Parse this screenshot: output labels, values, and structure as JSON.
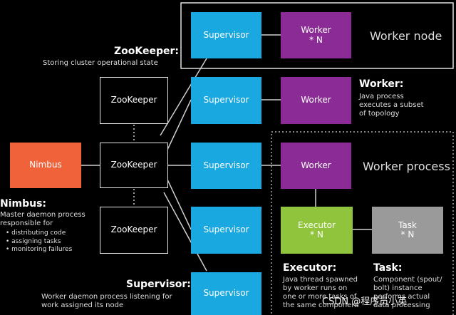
{
  "worker_node_box": {
    "label": "Worker node"
  },
  "worker_process_box": {
    "label": "Worker process"
  },
  "nodes": {
    "nimbus": "Nimbus",
    "zookeeper_1": "ZooKeeper",
    "zookeeper_2": "ZooKeeper",
    "zookeeper_3": "ZooKeeper",
    "supervisor_1": "Supervisor",
    "supervisor_2": "Supervisor",
    "supervisor_3": "Supervisor",
    "supervisor_4": "Supervisor",
    "supervisor_5": "Supervisor",
    "worker_1": "Worker",
    "worker_1_n": "* N",
    "worker_2": "Worker",
    "worker_3": "Worker",
    "executor": "Executor",
    "executor_n": "* N",
    "task": "Task",
    "task_n": "* N"
  },
  "annotations": {
    "zookeeper_title": "ZooKeeper:",
    "zookeeper_desc": "Storing cluster operational state",
    "worker_title": "Worker:",
    "worker_desc": [
      "Java process",
      "executes a subset",
      "of topology"
    ],
    "nimbus_title": "Nimbus:",
    "nimbus_desc": [
      "Master daemon process",
      "responsible for"
    ],
    "nimbus_bullets": [
      "distributing code",
      "assigning tasks",
      "monitoring failures"
    ],
    "supervisor_title": "Supervisor:",
    "supervisor_desc": [
      "Worker daemon process listening for",
      "work assigned its node"
    ],
    "executor_title": "Executor:",
    "executor_desc": [
      "Java thread spawned",
      "by worker runs on",
      "one or more tasks of",
      "the same component"
    ],
    "task_title": "Task:",
    "task_desc": [
      "Component (spout/",
      "bolt) instance",
      "performs actual",
      "data processing"
    ]
  },
  "watermark": "CSDN @程序员小英",
  "colors": {
    "supervisor": "#19a8df",
    "worker": "#8b2c96",
    "nimbus": "#f0623a",
    "executor": "#8fc43c",
    "task": "#9a9a9a"
  }
}
